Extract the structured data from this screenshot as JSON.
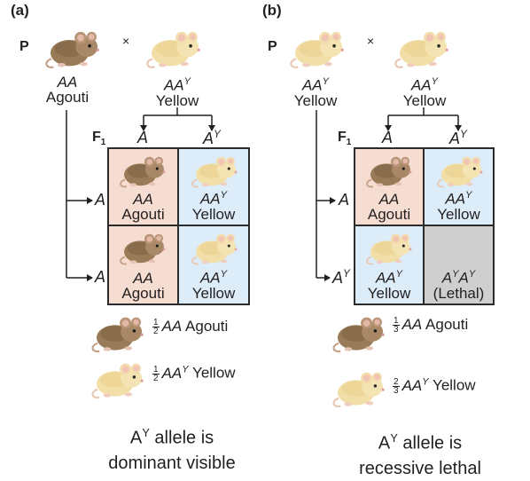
{
  "panel_a": {
    "tag": "(a)",
    "p_label": "P",
    "cross_symbol": "×",
    "f1_label": "F",
    "f1_sub": "1",
    "parent_left": {
      "genotype": "AA",
      "phenotype": "Agouti"
    },
    "parent_right": {
      "genotype_base": "AA",
      "genotype_sup": "Y",
      "phenotype": "Yellow"
    },
    "gamete_col_1": "A",
    "gamete_col_2_base": "A",
    "gamete_col_2_sup": "Y",
    "gamete_row_1": "A",
    "gamete_row_2": "A",
    "cells": [
      {
        "genotype": "AA",
        "phenotype": "Agouti"
      },
      {
        "genotype_base": "AA",
        "genotype_sup": "Y",
        "phenotype": "Yellow"
      },
      {
        "genotype": "AA",
        "phenotype": "Agouti"
      },
      {
        "genotype_base": "AA",
        "genotype_sup": "Y",
        "phenotype": "Yellow"
      }
    ],
    "ratio_1": {
      "num": "1",
      "den": "2",
      "genotype": "AA",
      "phenotype": "Agouti"
    },
    "ratio_2": {
      "num": "1",
      "den": "2",
      "genotype_base": "AA",
      "genotype_sup": "Y",
      "phenotype": "Yellow"
    },
    "caption_base": "A",
    "caption_sup": "Y",
    "caption_line1": " allele is",
    "caption_line2": "dominant visible"
  },
  "panel_b": {
    "tag": "(b)",
    "p_label": "P",
    "cross_symbol": "×",
    "f1_label": "F",
    "f1_sub": "1",
    "parent_left": {
      "genotype_base": "AA",
      "genotype_sup": "Y",
      "phenotype": "Yellow"
    },
    "parent_right": {
      "genotype_base": "AA",
      "genotype_sup": "Y",
      "phenotype": "Yellow"
    },
    "gamete_col_1": "A",
    "gamete_col_2_base": "A",
    "gamete_col_2_sup": "Y",
    "gamete_row_1": "A",
    "gamete_row_2_base": "A",
    "gamete_row_2_sup": "Y",
    "cells": [
      {
        "genotype": "AA",
        "phenotype": "Agouti"
      },
      {
        "genotype_base": "AA",
        "genotype_sup": "Y",
        "phenotype": "Yellow"
      },
      {
        "genotype_base": "AA",
        "genotype_sup": "Y",
        "phenotype": "Yellow"
      },
      {
        "g1": "A",
        "s1": "Y",
        "g2": "A",
        "s2": "Y",
        "phenotype": "(Lethal)"
      }
    ],
    "ratio_1": {
      "num": "1",
      "den": "3",
      "genotype": "AA",
      "phenotype": "Agouti"
    },
    "ratio_2": {
      "num": "2",
      "den": "3",
      "genotype_base": "AA",
      "genotype_sup": "Y",
      "phenotype": "Yellow"
    },
    "caption_base": "A",
    "caption_sup": "Y",
    "caption_line1": " allele is",
    "caption_line2": "recessive lethal"
  },
  "colors": {
    "agouti_cell": "#f6ddd2",
    "yellow_cell": "#dcecf8",
    "lethal_cell": "#cfcfd0",
    "agouti_fur": "#9a7b58",
    "yellow_fur": "#f2dfa8"
  },
  "icons": [
    "agouti-mouse-icon",
    "yellow-mouse-icon"
  ]
}
